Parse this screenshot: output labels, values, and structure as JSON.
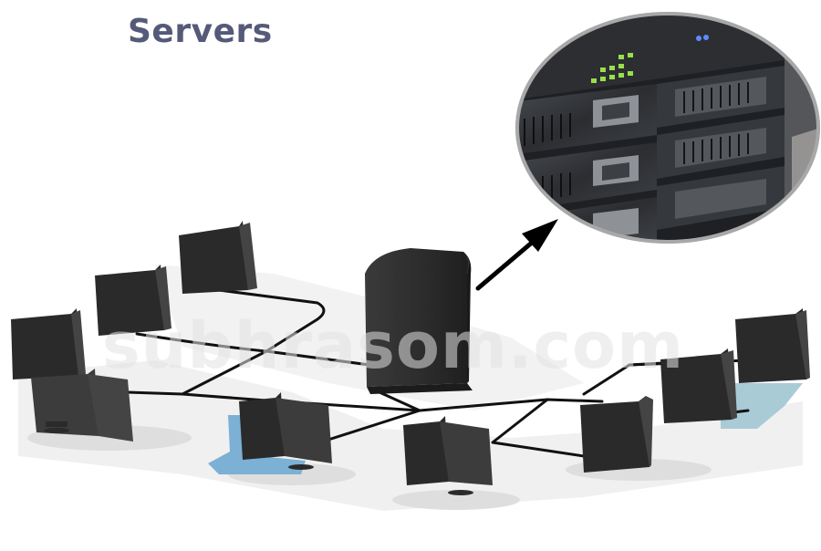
{
  "title": "Servers",
  "watermark": "subhrasom.com",
  "colors": {
    "title": "#555a78",
    "device_dark": "#2a2a2a",
    "device_mid": "#3c3c3c",
    "shadow": "#dcdcdc",
    "accent_blue": "#7cb0d4",
    "led_green": "#9adf4a",
    "led_blue": "#5b8cff"
  },
  "icons": [
    "monitor-icon",
    "server-tower-icon",
    "server-rack-photo",
    "arrow-icon"
  ]
}
